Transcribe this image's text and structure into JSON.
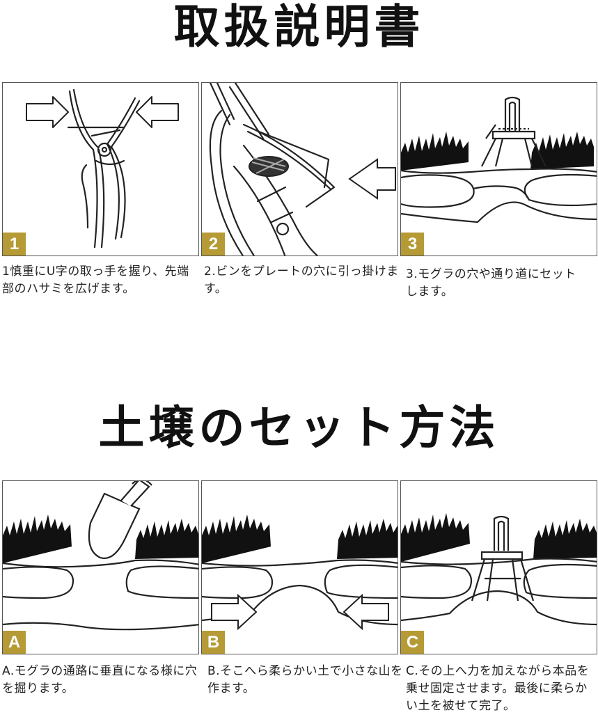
{
  "sections": [
    {
      "title": "取扱説明書",
      "steps": [
        {
          "badge": "1",
          "caption": "1慎重にU字の取っ手を握り、先端部のハサミを広げます。"
        },
        {
          "badge": "2",
          "caption": "2.ビンをプレートの穴に引っ掛けます。"
        },
        {
          "badge": "3",
          "caption": "3.モグラの穴や通り道にセットします。"
        }
      ]
    },
    {
      "title": "土壌のセット方法",
      "steps": [
        {
          "badge": "A",
          "caption": "A.モグラの通路に垂直になる様に穴を掘ります。"
        },
        {
          "badge": "B",
          "caption": "B.そこへら柔らかい土で小さな山を作ます。"
        },
        {
          "badge": "C",
          "caption": "C.その上へ力を加えながら本品を乗せ固定させます。最後に柔らかい土を被せて完了。"
        }
      ]
    }
  ],
  "colors": {
    "badge": "#b59a35",
    "line": "#222222",
    "grass": "#111111"
  },
  "icons": [
    "arrow-icon",
    "trap-icon",
    "trowel-icon",
    "grass-icon",
    "tunnel-icon"
  ]
}
